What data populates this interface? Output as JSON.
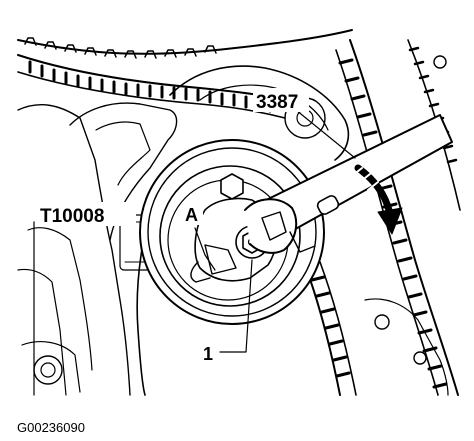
{
  "labels": {
    "tool_3387": "3387",
    "tool_t10008": "T10008",
    "mark_a": "A",
    "callout_1": "1"
  },
  "figure_id": "G00236090",
  "colors": {
    "ink": "#000000",
    "paper": "#ffffff"
  }
}
